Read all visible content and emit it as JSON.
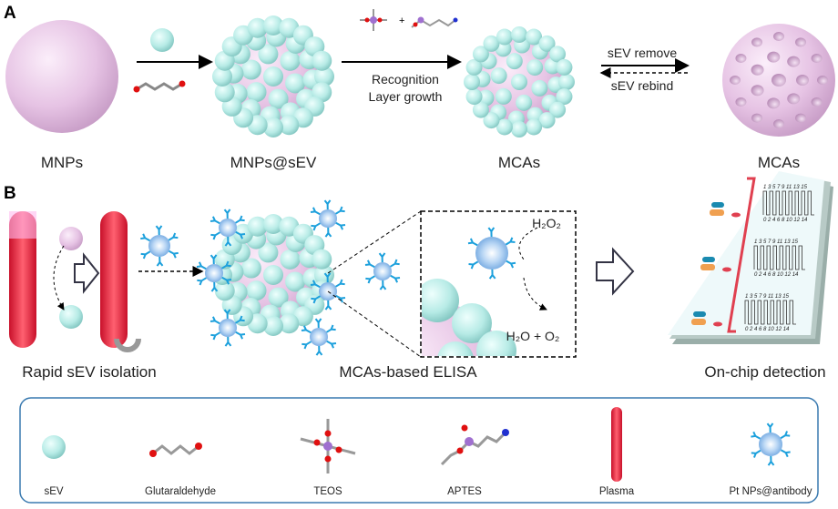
{
  "panel_a": {
    "label": "A",
    "mnps": "MNPs",
    "mnps_sev": "MNPs@sEV",
    "recognition": "Recognition",
    "layer_growth": "Layer growth",
    "mcas_1": "MCAs",
    "mcas_2": "MCAs",
    "sev_remove": "sEV remove",
    "sev_rebind": "sEV rebind"
  },
  "panel_b": {
    "label": "B",
    "isolation": "Rapid sEV isolation",
    "elisa": "MCAs-based ELISA",
    "onchip": "On-chip detection",
    "h2o2": "H₂O₂",
    "products": "H₂O + O₂",
    "chip_top_numbers": "1  3  5  7  9  11 13  15",
    "chip_bottom_numbers": "0  2  4  6  8  10 12  14"
  },
  "legend": {
    "items": [
      "sEV",
      "Glutaraldehyde",
      "TEOS",
      "APTES",
      "Plasma",
      "Pt NPs@antibody"
    ]
  },
  "colors": {
    "mnp_pink": "#e8c6e6",
    "sev_cyan": "#bdeeea",
    "antibody_blue": "#1ca0dc",
    "plasma_red": "#e8283a",
    "legend_border": "#3a7ab0"
  }
}
